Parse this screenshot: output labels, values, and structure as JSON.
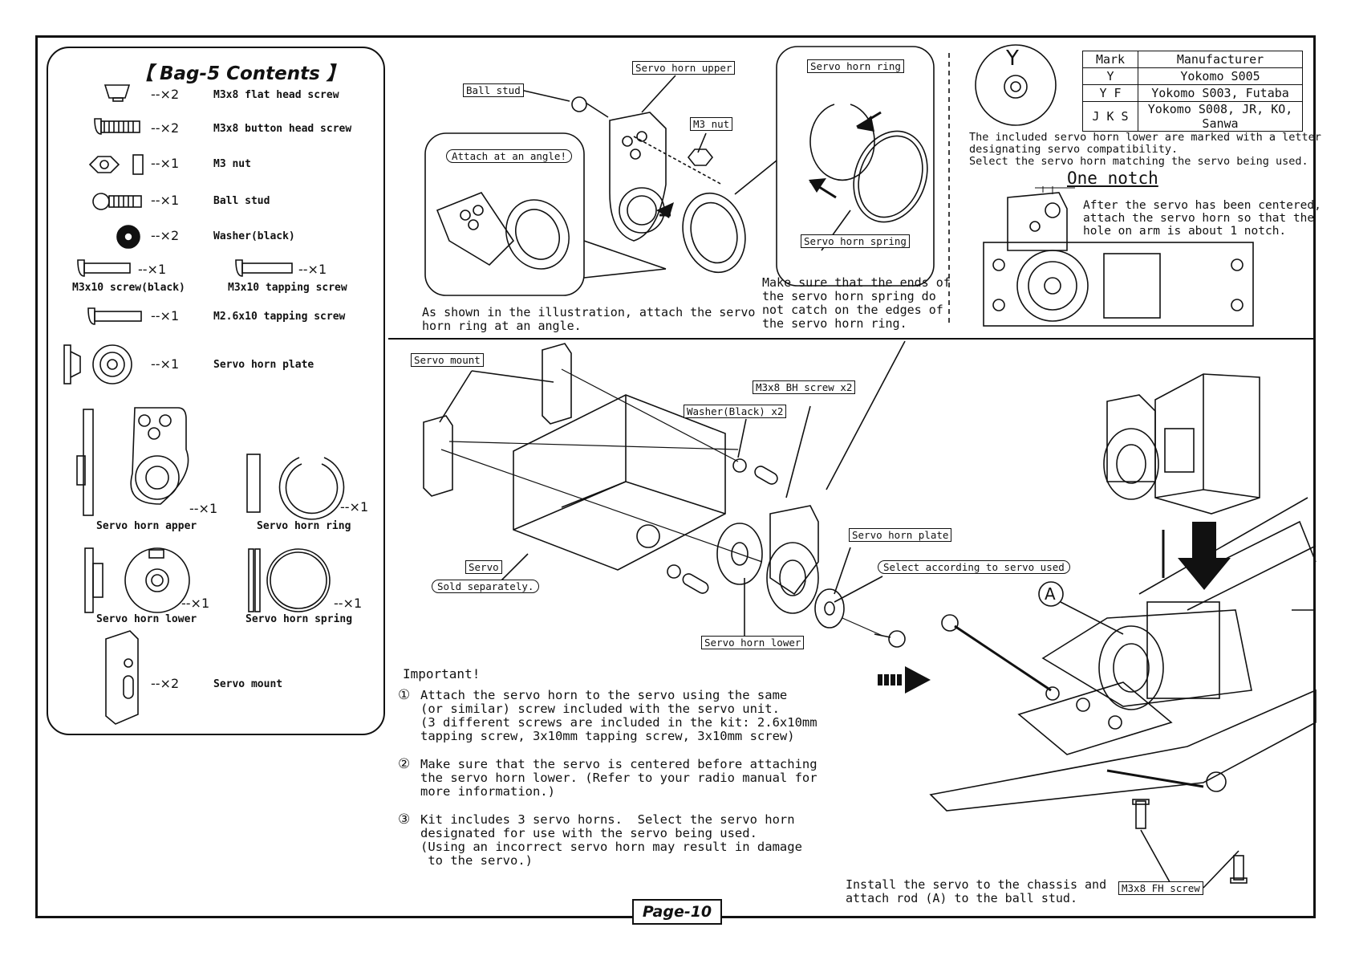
{
  "bag": {
    "title": "【 Bag-5 Contents 】",
    "items": [
      {
        "qty": "--×2",
        "name": "M3x8 flat head screw"
      },
      {
        "qty": "--×2",
        "name": "M3x8 button head screw"
      },
      {
        "qty": "--×1",
        "name": "M3 nut"
      },
      {
        "qty": "--×1",
        "name": "Ball stud"
      },
      {
        "qty": "--×2",
        "name": "Washer(black)"
      },
      {
        "qty": "--×1",
        "name": "M3x10 screw(black)"
      },
      {
        "qty": "--×1",
        "name": "M3x10 tapping screw"
      },
      {
        "qty": "--×1",
        "name": "M2.6x10 tapping screw"
      },
      {
        "qty": "--×1",
        "name": "Servo horn plate"
      },
      {
        "qty": "--×1",
        "name": "Servo horn apper"
      },
      {
        "qty": "--×1",
        "name": "Servo horn ring"
      },
      {
        "qty": "--×1",
        "name": "Servo horn lower"
      },
      {
        "qty": "--×1",
        "name": "Servo horn spring"
      },
      {
        "qty": "--×2",
        "name": "Servo mount"
      }
    ]
  },
  "top": {
    "ball_stud": "Ball stud",
    "horn_upper": "Servo horn upper",
    "m3_nut": "M3 nut",
    "attach_angle": "Attach at an angle!",
    "horn_ring": "Servo horn ring",
    "horn_spring": "Servo horn spring",
    "note_angle": "As shown in the illustration, attach the servo\nhorn ring at an angle.",
    "note_spring": "Make sure that the ends of\nthe servo horn spring do\nnot catch on the edges of\nthe servo horn ring."
  },
  "manufacturer": {
    "mark_letter": "Y",
    "headers": [
      "Mark",
      "Manufacturer"
    ],
    "rows": [
      [
        "Y",
        "Yokomo S005"
      ],
      [
        "Y F",
        "Yokomo S003, Futaba"
      ],
      [
        "J K S",
        "Yokomo S008, JR, KO, Sanwa"
      ]
    ],
    "note": "The included servo horn lower are marked with a letter\ndesignating servo compatibility.\nSelect the servo horn matching the servo being used.",
    "one_notch": "One notch",
    "notch_note": "After the servo has been centered,\nattach the servo horn so that the\nhole on arm is about 1 notch."
  },
  "assembly": {
    "servo_mount": "Servo mount",
    "washer": "Washer(Black) x2",
    "bh_screw": "M3x8 BH screw x2",
    "servo": "Servo",
    "sold_separately": "Sold separately.",
    "horn_plate": "Servo horn plate",
    "select_servo": "Select according to servo used",
    "horn_lower": "Servo horn lower",
    "point_a": "A",
    "fh_screw": "M3x8 FH screw",
    "install_note": "Install the servo to the chassis and\nattach rod (A) to the ball stud."
  },
  "important": {
    "title": "Important!",
    "items": [
      {
        "num": "①",
        "text": "Attach the servo horn to the servo using the same\n(or similar) screw included with the servo unit.\n(3 different screws are included in the kit: 2.6x10mm\ntapping screw, 3x10mm tapping screw, 3x10mm screw)"
      },
      {
        "num": "②",
        "text": "Make sure that the servo is centered before attaching\nthe servo horn lower. (Refer to your radio manual for\nmore information.)"
      },
      {
        "num": "③",
        "text": "Kit includes 3 servo horns.  Select the servo horn\ndesignated for use with the servo being used.\n(Using an incorrect servo horn may result in damage\n to the servo.)"
      }
    ]
  },
  "page": "Page-10"
}
